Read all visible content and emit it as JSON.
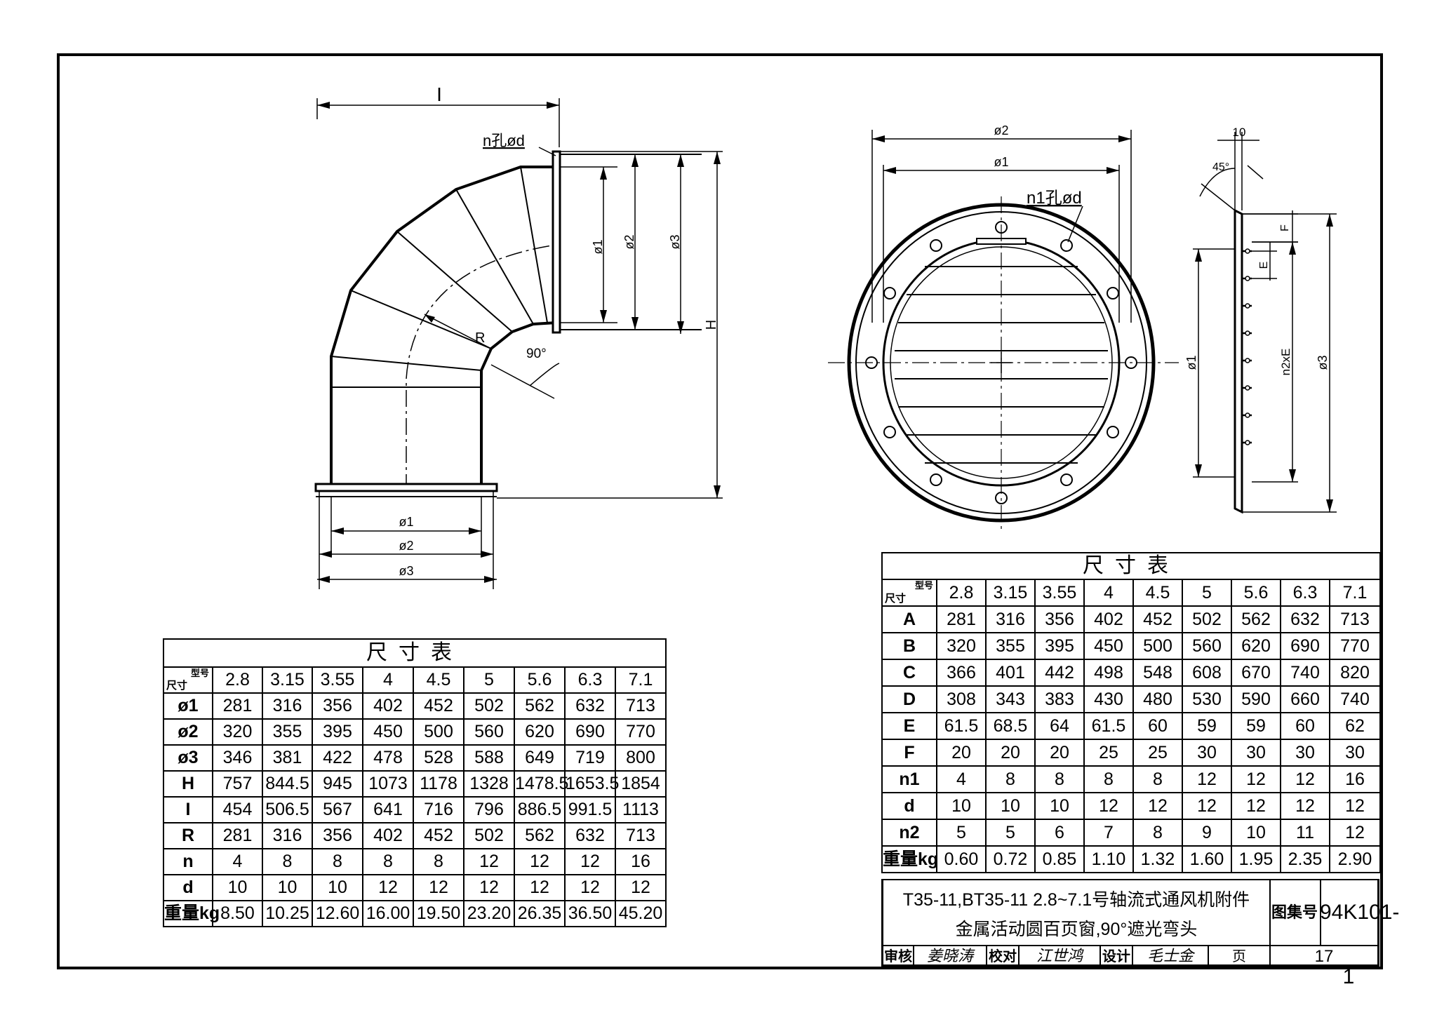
{
  "elbow": {
    "label_I": "I",
    "label_bolt": "n孔ød",
    "label_phi1": "ø1",
    "label_phi2": "ø2",
    "label_phi3": "ø3",
    "label_H": "H",
    "label_R": "R",
    "label_angle": "90°"
  },
  "louver": {
    "label_phi2": "ø2",
    "label_phi1": "ø1",
    "label_bolt": "n1孔ød",
    "label_phi1_side": "ø1",
    "label_phi3_side": "ø3",
    "label_10": "10",
    "label_45": "45°",
    "label_F": "F",
    "label_E": "E",
    "label_n2xE": "n2xE"
  },
  "table_left": {
    "title": "尺寸表",
    "corner_type": "型号",
    "corner_dim": "尺寸",
    "headers": [
      "2.8",
      "3.15",
      "3.55",
      "4",
      "4.5",
      "5",
      "5.6",
      "6.3",
      "7.1"
    ],
    "rows": [
      {
        "label": "ø1",
        "values": [
          "281",
          "316",
          "356",
          "402",
          "452",
          "502",
          "562",
          "632",
          "713"
        ]
      },
      {
        "label": "ø2",
        "values": [
          "320",
          "355",
          "395",
          "450",
          "500",
          "560",
          "620",
          "690",
          "770"
        ]
      },
      {
        "label": "ø3",
        "values": [
          "346",
          "381",
          "422",
          "478",
          "528",
          "588",
          "649",
          "719",
          "800"
        ]
      },
      {
        "label": "H",
        "values": [
          "757",
          "844.5",
          "945",
          "1073",
          "1178",
          "1328",
          "1478.5",
          "1653.5",
          "1854"
        ]
      },
      {
        "label": "I",
        "values": [
          "454",
          "506.5",
          "567",
          "641",
          "716",
          "796",
          "886.5",
          "991.5",
          "1113"
        ]
      },
      {
        "label": "R",
        "values": [
          "281",
          "316",
          "356",
          "402",
          "452",
          "502",
          "562",
          "632",
          "713"
        ]
      },
      {
        "label": "n",
        "values": [
          "4",
          "8",
          "8",
          "8",
          "8",
          "12",
          "12",
          "12",
          "16"
        ]
      },
      {
        "label": "d",
        "values": [
          "10",
          "10",
          "10",
          "12",
          "12",
          "12",
          "12",
          "12",
          "12"
        ]
      },
      {
        "label": "重量kg",
        "values": [
          "8.50",
          "10.25",
          "12.60",
          "16.00",
          "19.50",
          "23.20",
          "26.35",
          "36.50",
          "45.20"
        ]
      }
    ]
  },
  "table_right": {
    "title": "尺寸表",
    "corner_type": "型号",
    "corner_dim": "尺寸",
    "headers": [
      "2.8",
      "3.15",
      "3.55",
      "4",
      "4.5",
      "5",
      "5.6",
      "6.3",
      "7.1"
    ],
    "rows": [
      {
        "label": "A",
        "values": [
          "281",
          "316",
          "356",
          "402",
          "452",
          "502",
          "562",
          "632",
          "713"
        ]
      },
      {
        "label": "B",
        "values": [
          "320",
          "355",
          "395",
          "450",
          "500",
          "560",
          "620",
          "690",
          "770"
        ]
      },
      {
        "label": "C",
        "values": [
          "366",
          "401",
          "442",
          "498",
          "548",
          "608",
          "670",
          "740",
          "820"
        ]
      },
      {
        "label": "D",
        "values": [
          "308",
          "343",
          "383",
          "430",
          "480",
          "530",
          "590",
          "660",
          "740"
        ]
      },
      {
        "label": "E",
        "values": [
          "61.5",
          "68.5",
          "64",
          "61.5",
          "60",
          "59",
          "59",
          "60",
          "62"
        ]
      },
      {
        "label": "F",
        "values": [
          "20",
          "20",
          "20",
          "25",
          "25",
          "30",
          "30",
          "30",
          "30"
        ]
      },
      {
        "label": "n1",
        "values": [
          "4",
          "8",
          "8",
          "8",
          "8",
          "12",
          "12",
          "12",
          "16"
        ]
      },
      {
        "label": "d",
        "values": [
          "10",
          "10",
          "10",
          "12",
          "12",
          "12",
          "12",
          "12",
          "12"
        ]
      },
      {
        "label": "n2",
        "values": [
          "5",
          "5",
          "6",
          "7",
          "8",
          "9",
          "10",
          "11",
          "12"
        ]
      },
      {
        "label": "重量kg",
        "values": [
          "0.60",
          "0.72",
          "0.85",
          "1.10",
          "1.32",
          "1.60",
          "1.95",
          "2.35",
          "2.90"
        ]
      }
    ]
  },
  "title_block": {
    "line1": "T35-11,BT35-11  2.8~7.1号轴流式通风机附件",
    "line2": "金属活动圆百页窗,90°遮光弯头",
    "set_label": "图集号",
    "set_number": "94K101-1",
    "review_label": "审核",
    "review_sig": "姜晓涛",
    "check_label": "校对",
    "check_sig": "江世鸿",
    "design_label": "设计",
    "design_sig": "毛士金",
    "page_label": "页",
    "page_number": "17"
  }
}
